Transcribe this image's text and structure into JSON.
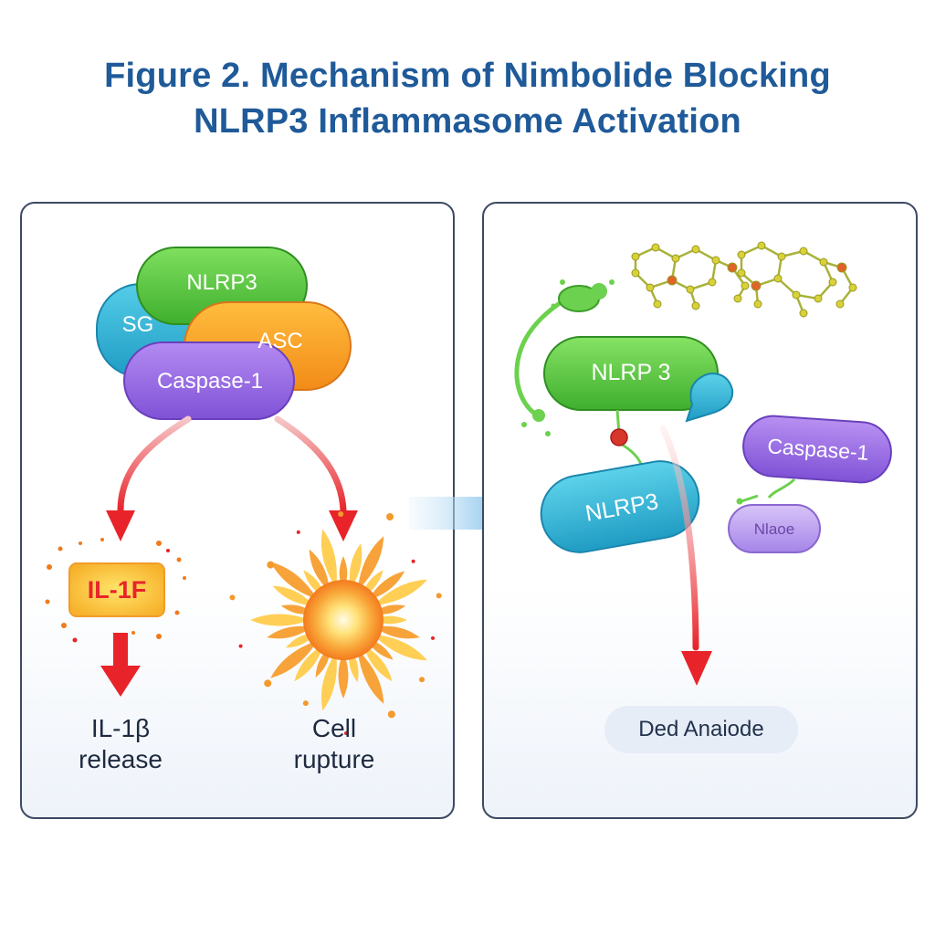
{
  "figure": {
    "title_line1": "Figure 2. Mechanism of Nimbolide Blocking",
    "title_line2": "NLRP3 Inflammasome Activation"
  },
  "left_panel": {
    "protein_labels": {
      "nlrp3": "NLRP3",
      "sg": "SG",
      "asc": "ASC",
      "caspase": "Caspase-1"
    },
    "il_box_label": "IL-1F",
    "il_release": {
      "line1": "IL-1β",
      "line2": "release"
    },
    "cell_rupture": {
      "line1": "Cell",
      "line2": "rupture"
    }
  },
  "right_panel": {
    "protein_labels": {
      "nlrp3_top": "NLRP 3",
      "nlrp3_bottom": "NLRP3",
      "caspase": "Caspase-1",
      "small_purple": "Nlaoe"
    },
    "outcome_label": "Ded Anaiode"
  },
  "colors": {
    "title": "#1f5a99",
    "green": "#5fd04a",
    "teal": "#2fb7d6",
    "orange": "#f7a22c",
    "purple": "#9b6ee6",
    "red_arrow": "#e8242a",
    "connector": "#6fb8e8"
  }
}
